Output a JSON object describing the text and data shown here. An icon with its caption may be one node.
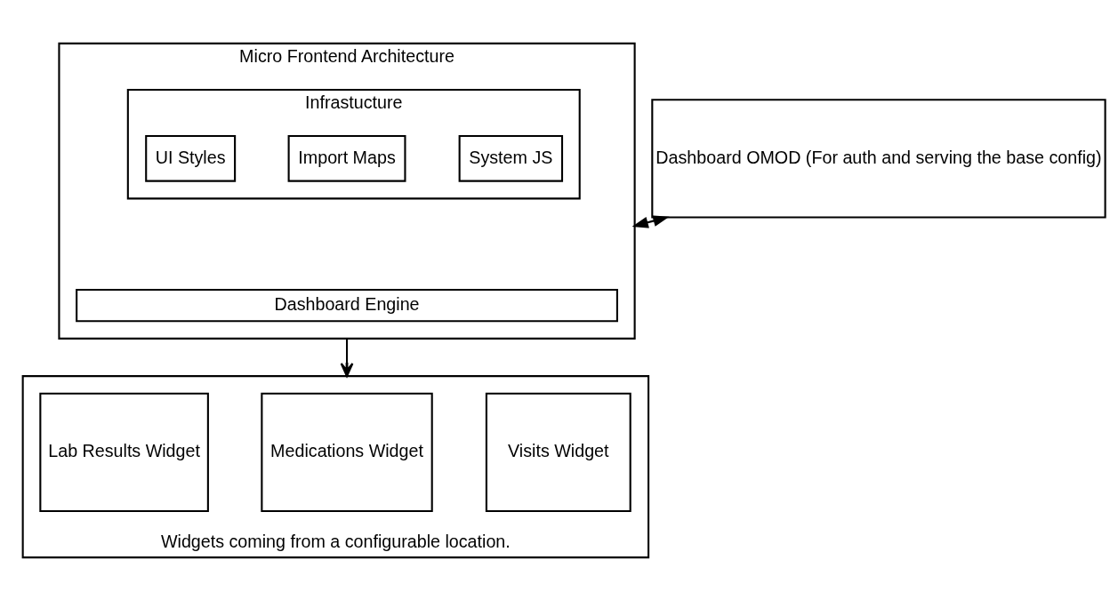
{
  "diagram": {
    "nodes": [
      {
        "text": [
          "Micro Frontend Architecture"
        ]
      },
      {
        "text": [
          "Infrastucture"
        ],
        "in": 0
      },
      {
        "text": [
          "System JS"
        ],
        "in": 1
      },
      {
        "text": [
          "Import Maps"
        ],
        "in": 1
      },
      {
        "text": [
          "UI Styles"
        ],
        "in": 1
      },
      {
        "text": [
          "Dashboard Engine"
        ],
        "in": 0
      },
      {
        "text": [
          "Dashboard OMOD (For auth and serving the base config)"
        ]
      },
      {
        "text": [
          "Widgets coming from a configurable location."
        ]
      },
      {
        "text": [
          "Visits Widget"
        ],
        "in": 7
      },
      {
        "text": [
          "Medications Widget"
        ],
        "in": 7
      },
      {
        "text": [
          "Lab Results Widget"
        ],
        "in": 7
      }
    ],
    "edges": [
      {
        "from": 0,
        "to": 6,
        "arrow": "both"
      },
      {
        "from": 0,
        "to": 7,
        "arrow": "to"
      }
    ]
  }
}
